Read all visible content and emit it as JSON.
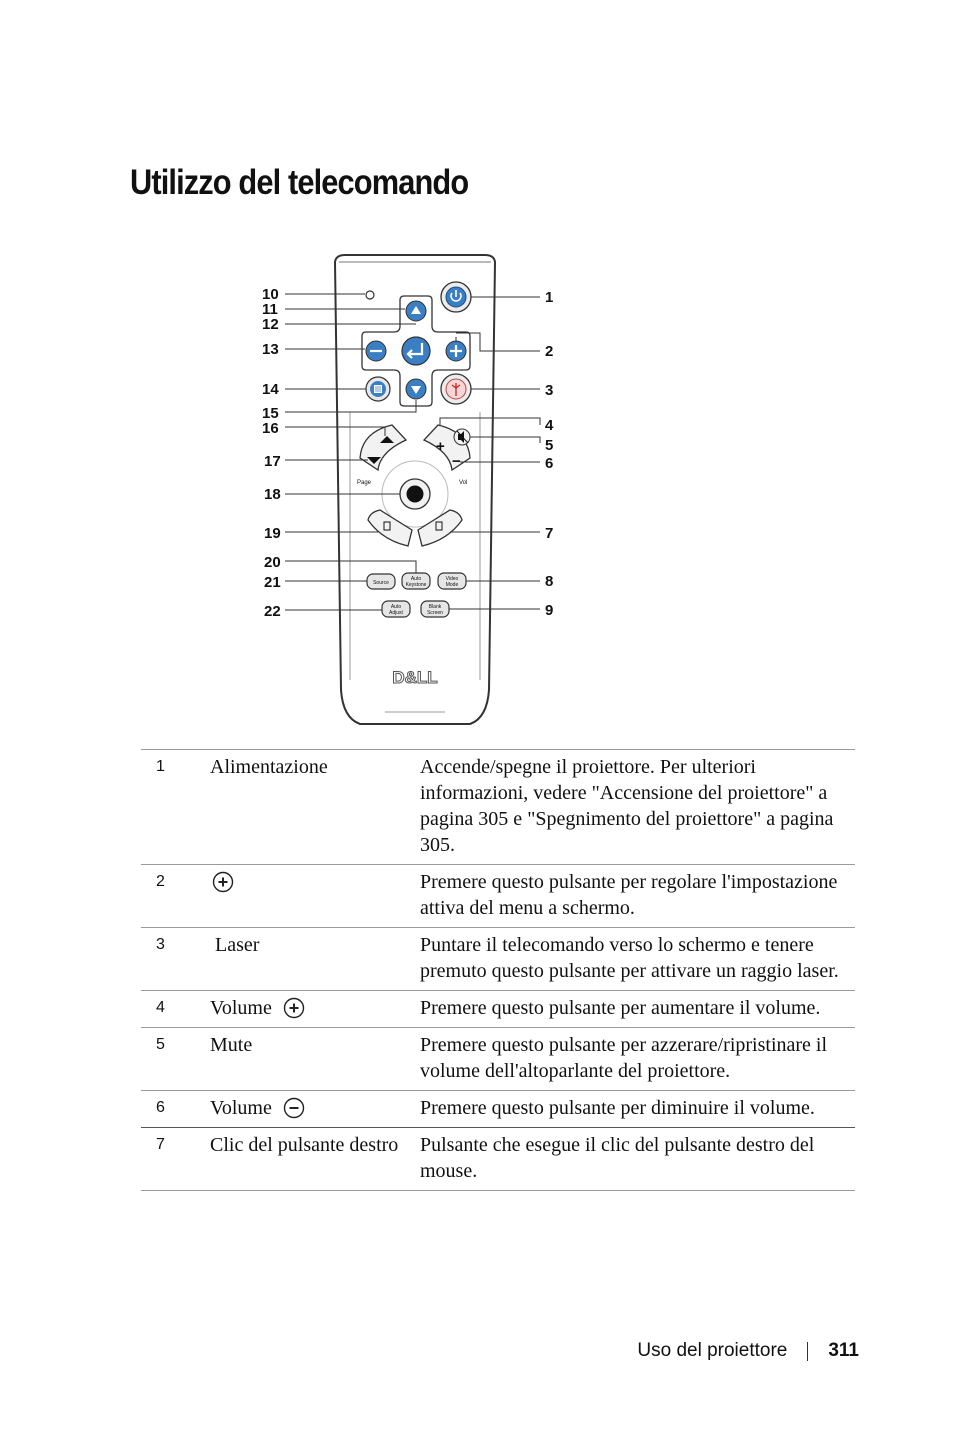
{
  "page": {
    "title": "Utilizzo del telecomando",
    "footer_section": "Uso del proiettore",
    "page_number": "311"
  },
  "remote": {
    "callouts_left": [
      "10",
      "11",
      "12",
      "13",
      "14",
      "15",
      "16",
      "17",
      "18",
      "19",
      "20",
      "21",
      "22"
    ],
    "callouts_right": [
      "1",
      "2",
      "3",
      "4",
      "5",
      "6",
      "7",
      "8",
      "9"
    ],
    "button_labels": {
      "source": "Source",
      "auto_keystone_1": "Auto",
      "auto_keystone_2": "Keystone",
      "video_mode_1": "Video",
      "video_mode_2": "Mode",
      "auto_adjust_1": "Auto",
      "auto_adjust_2": "Adjust",
      "blank_screen_1": "Blank",
      "blank_screen_2": "Screen",
      "page": "Page",
      "vol": "Vol",
      "plus": "+",
      "minus": "−",
      "brand": "D&LL"
    }
  },
  "table": {
    "rows": [
      {
        "num": "1",
        "name": "Alimentazione",
        "icon": null,
        "desc": "Accende/spegne il proiettore. Per ulteriori informazioni, vedere \"Accensione del proiettore\" a pagina 305 e \"Spegnimento del proiettore\" a pagina 305."
      },
      {
        "num": "2",
        "name": "",
        "icon": "plus-circle-icon",
        "desc": "Premere questo pulsante per regolare l'impostazione attiva del menu a schermo."
      },
      {
        "num": "3",
        "name": " Laser",
        "icon": null,
        "desc": "Puntare il telecomando verso lo schermo e tenere premuto questo pulsante per attivare un raggio laser."
      },
      {
        "num": "4",
        "name": "Volume",
        "icon": "plus-circle-icon",
        "desc": "Premere questo pulsante per aumentare il volume."
      },
      {
        "num": "5",
        "name": "Mute",
        "icon": null,
        "desc": "Premere questo pulsante per azzerare/ripristinare il volume dell'altoparlante del proiettore."
      },
      {
        "num": "6",
        "name": "Volume",
        "icon": "minus-circle-icon",
        "desc": "Premere questo pulsante per diminuire il volume."
      },
      {
        "num": "7",
        "name": "Clic del pulsante destro",
        "icon": null,
        "desc": "Pulsante che esegue il clic del pulsante destro del mouse."
      }
    ]
  }
}
